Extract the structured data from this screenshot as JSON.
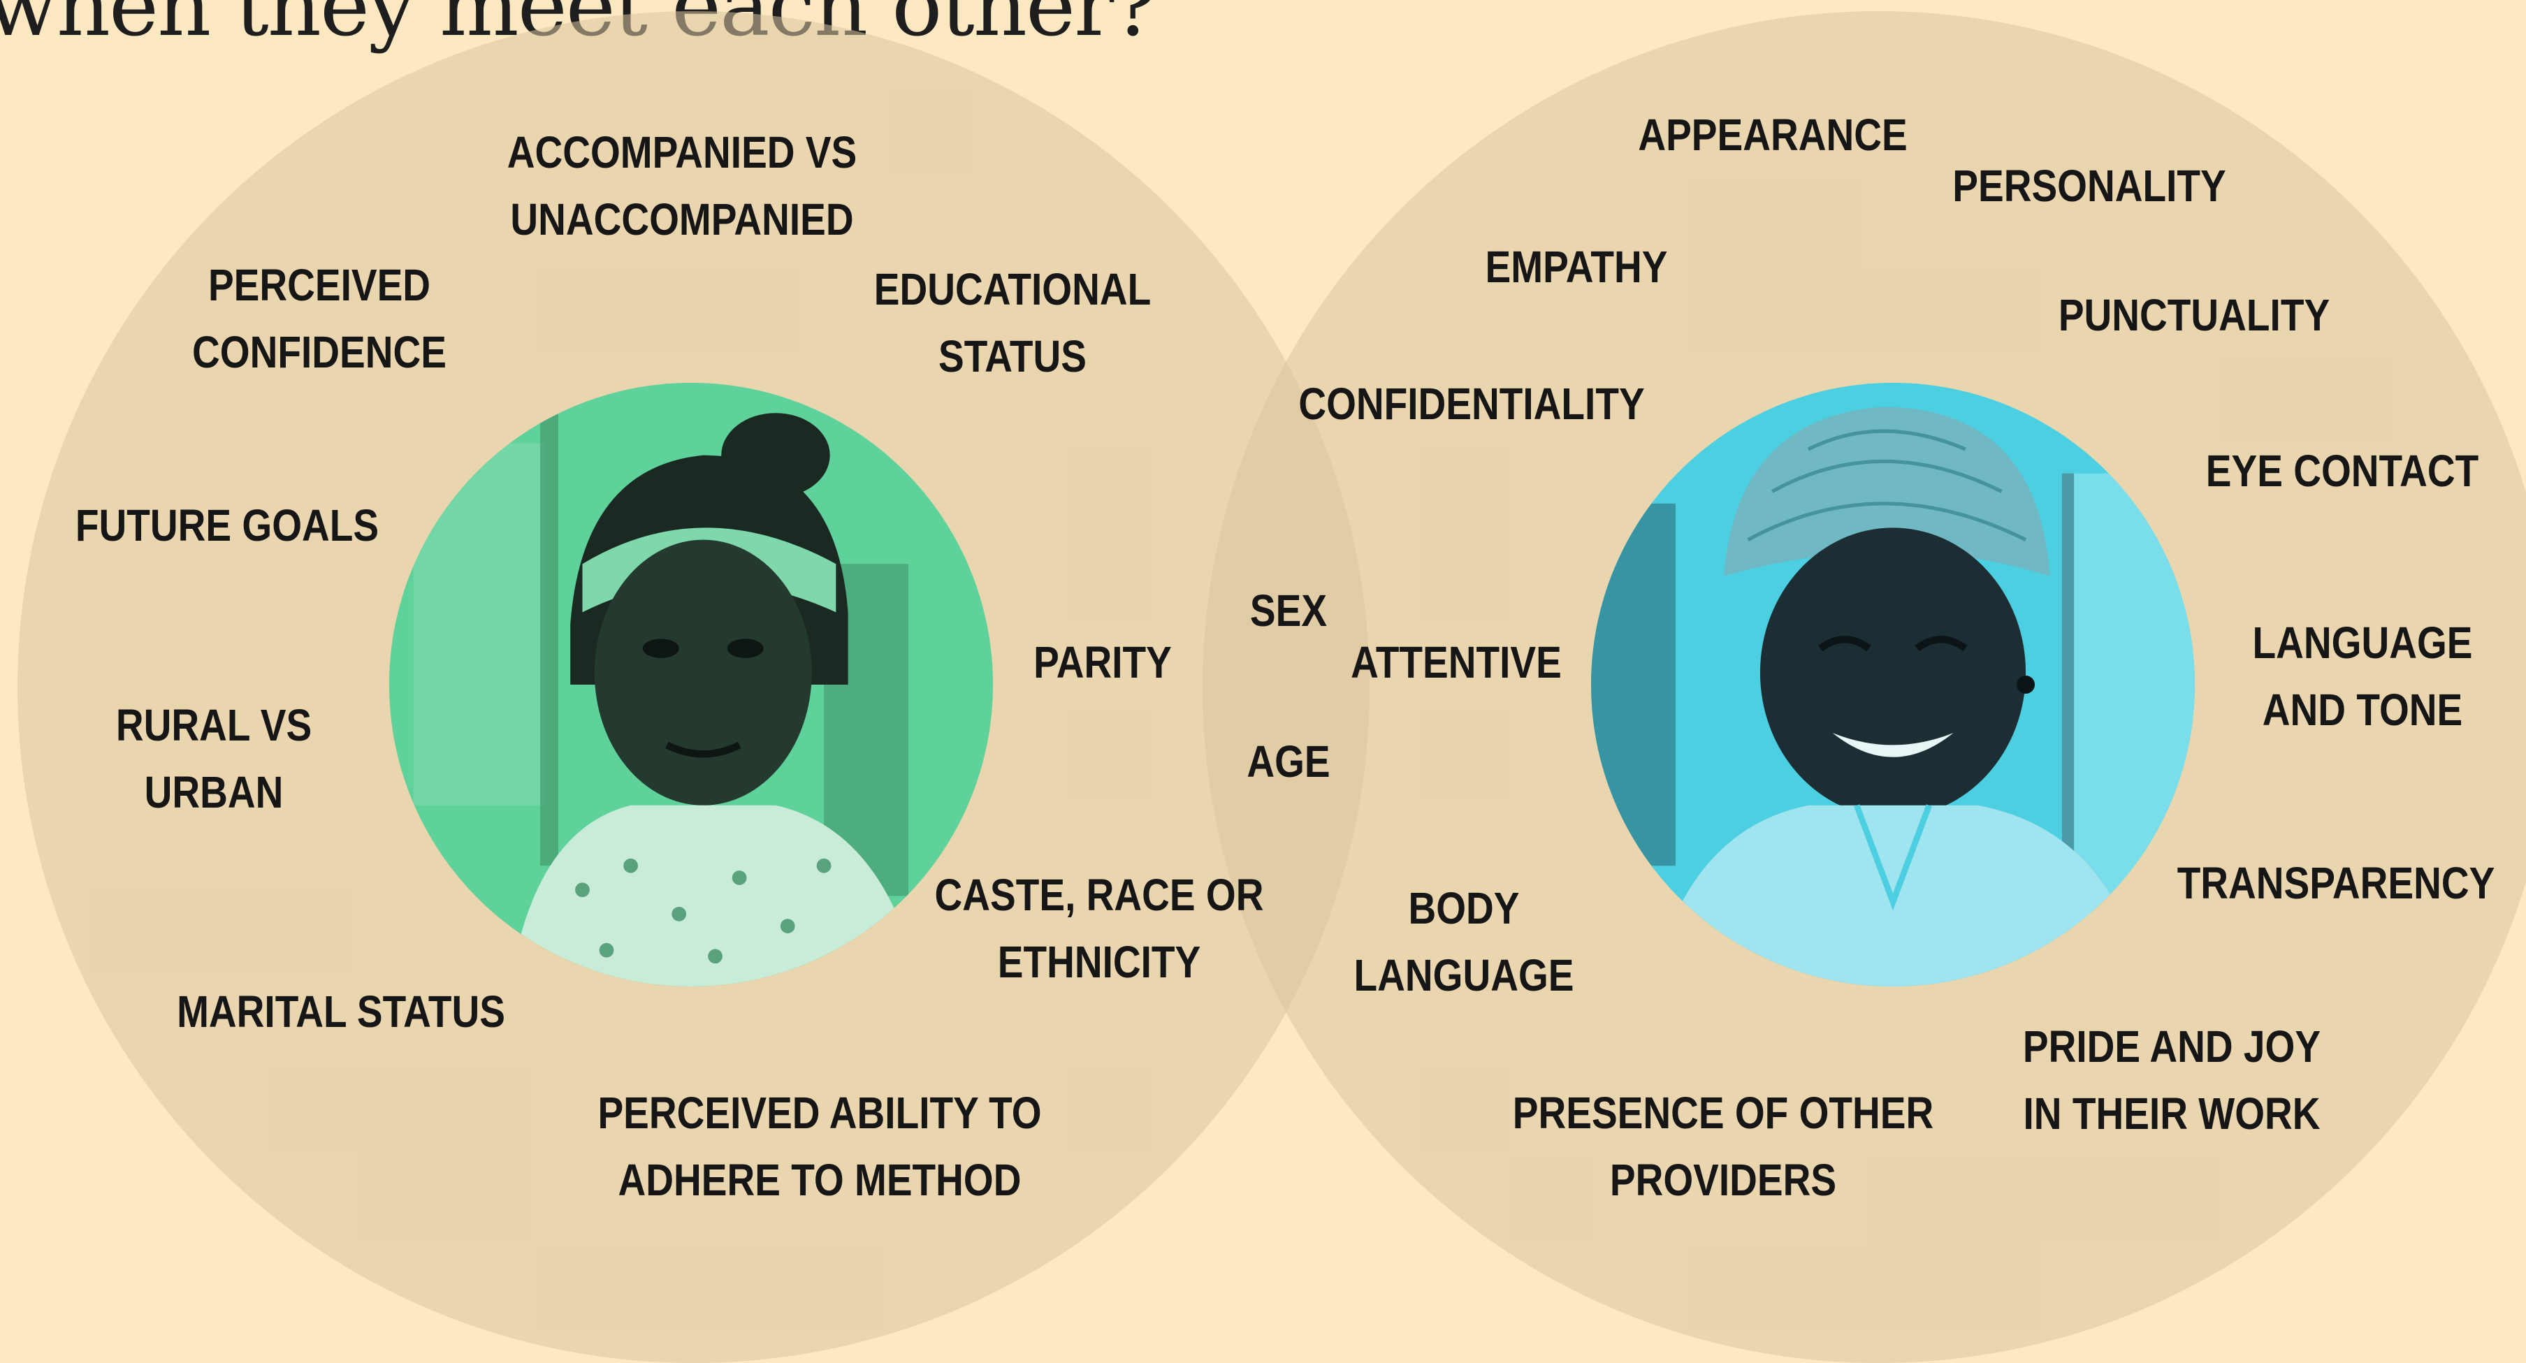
{
  "title": "when they meet each other?",
  "colors": {
    "background": "#fce8c1",
    "circle": "#d8c49e",
    "client_photo_tint": "#5fd19a",
    "provider_photo_tint": "#4ccfe0",
    "text": "#161616"
  },
  "images": {
    "left": "client-photo",
    "right": "provider-photo"
  },
  "left_circle": {
    "labels": [
      {
        "key": "accompanied",
        "lines": [
          "ACCOMPANIED VS",
          "UNACCOMPANIED"
        ]
      },
      {
        "key": "perceived-confidence",
        "lines": [
          "PERCEIVED",
          "CONFIDENCE"
        ]
      },
      {
        "key": "educational-status",
        "lines": [
          "EDUCATIONAL",
          "STATUS"
        ]
      },
      {
        "key": "future-goals",
        "lines": [
          "FUTURE GOALS"
        ]
      },
      {
        "key": "parity",
        "lines": [
          "PARITY"
        ]
      },
      {
        "key": "rural-vs-urban",
        "lines": [
          "RURAL VS",
          "URBAN"
        ]
      },
      {
        "key": "caste",
        "lines": [
          "CASTE, RACE OR",
          "ETHNICITY"
        ]
      },
      {
        "key": "marital-status",
        "lines": [
          "MARITAL STATUS"
        ]
      },
      {
        "key": "perceived-ability",
        "lines": [
          "PERCEIVED ABILITY TO",
          "ADHERE TO METHOD"
        ]
      }
    ]
  },
  "overlap": {
    "labels": [
      {
        "key": "sex",
        "lines": [
          "SEX"
        ]
      },
      {
        "key": "age",
        "lines": [
          "AGE"
        ]
      }
    ]
  },
  "right_circle": {
    "labels": [
      {
        "key": "appearance",
        "lines": [
          "APPEARANCE"
        ]
      },
      {
        "key": "personality",
        "lines": [
          "PERSONALITY"
        ]
      },
      {
        "key": "empathy",
        "lines": [
          "EMPATHY"
        ]
      },
      {
        "key": "punctuality",
        "lines": [
          "PUNCTUALITY"
        ]
      },
      {
        "key": "confidentiality",
        "lines": [
          "CONFIDENTIALITY"
        ]
      },
      {
        "key": "eye-contact",
        "lines": [
          "EYE CONTACT"
        ]
      },
      {
        "key": "attentive",
        "lines": [
          "ATTENTIVE"
        ]
      },
      {
        "key": "language-and-tone",
        "lines": [
          "LANGUAGE",
          "AND TONE"
        ]
      },
      {
        "key": "transparency",
        "lines": [
          "TRANSPARENCY"
        ]
      },
      {
        "key": "body-language",
        "lines": [
          "BODY",
          "LANGUAGE"
        ]
      },
      {
        "key": "pride-and-joy",
        "lines": [
          "PRIDE AND JOY",
          "IN THEIR WORK"
        ]
      },
      {
        "key": "presence-of-other-providers",
        "lines": [
          "PRESENCE OF OTHER",
          "PROVIDERS"
        ]
      }
    ]
  }
}
